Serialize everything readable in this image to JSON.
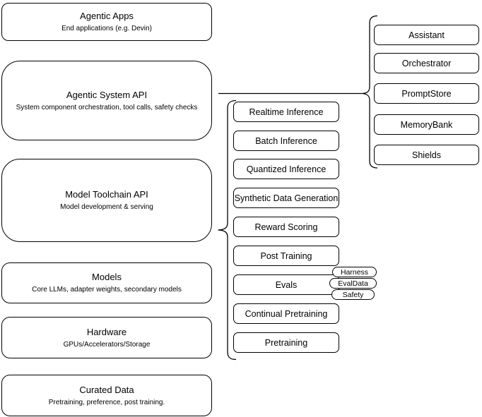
{
  "diagram": {
    "colors": {
      "stroke": "#000000",
      "fill": "#ffffff",
      "text": "#000000"
    },
    "left_stack": [
      {
        "title": "Agentic Apps",
        "subtitle": "End applications (e.g. Devin)"
      },
      {
        "title": "Agentic System API",
        "subtitle": "System component orchestration, tool calls, safety checks"
      },
      {
        "title": "Model Toolchain API",
        "subtitle": "Model development & serving"
      },
      {
        "title": "Models",
        "subtitle": "Core LLMs, adapter weights, secondary models"
      },
      {
        "title": "Hardware",
        "subtitle": "GPUs/Accelerators/Storage"
      },
      {
        "title": "Curated Data",
        "subtitle": "Pretraining, preference, post training."
      }
    ],
    "toolchain_items": [
      "Realtime Inference",
      "Batch Inference",
      "Quantized Inference",
      "Synthetic Data Generation",
      "Reward Scoring",
      "Post Training",
      "Evals",
      "Continual Pretraining",
      "Pretraining"
    ],
    "eval_tags": [
      "Harness",
      "EvalData",
      "Safety"
    ],
    "system_components": [
      "Assistant",
      "Orchestrator",
      "PromptStore",
      "MemoryBank",
      "Shields"
    ]
  }
}
